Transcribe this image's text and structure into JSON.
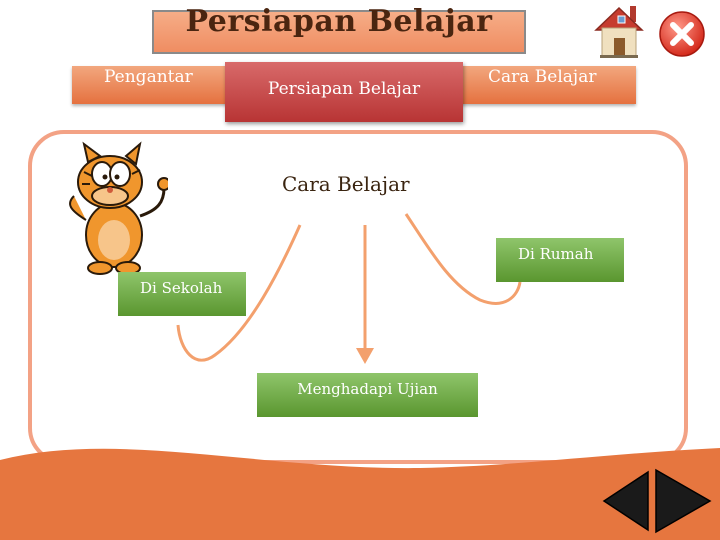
{
  "header": {
    "title": "Persiapan Belajar"
  },
  "nav": {
    "items": [
      {
        "label": "Pengantar"
      },
      {
        "label": "Persiapan Belajar"
      },
      {
        "label": "Cara Belajar"
      }
    ]
  },
  "diagram": {
    "title": "Cara Belajar",
    "nodes": {
      "sekolah": "Di Sekolah",
      "rumah": "Di Rumah",
      "ujian": "Menghadapi Ujian"
    }
  },
  "icons": {
    "home": "home-icon",
    "close": "close-icon",
    "prev": "triangle-left-icon",
    "next": "triangle-right-icon",
    "mascot": "cartoon-cat-icon"
  },
  "colors": {
    "accent": "#ef8d62",
    "active_tab": "#b83434",
    "node": "#6aa83f",
    "arrow": "#f3a06d"
  }
}
